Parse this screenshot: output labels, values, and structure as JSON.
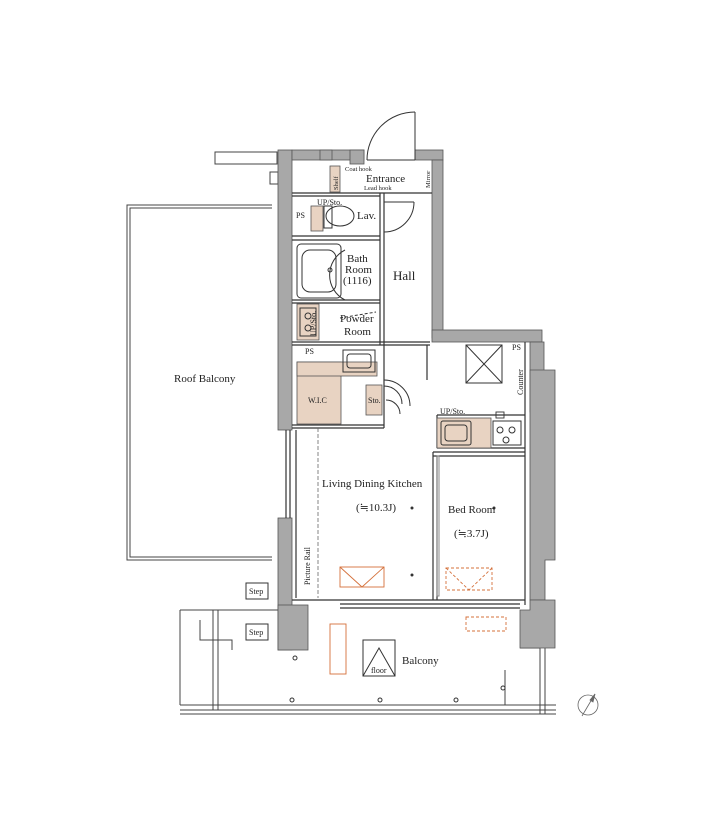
{
  "rooms": {
    "entrance": "Entrance",
    "shelf": "Shelf",
    "coat_hook": "Coat hook",
    "lead_hook": "Lead hook",
    "mirror": "Mirror",
    "ps_top": "PS",
    "up_sto_top": "UP/Sto.",
    "lav": "Lav.",
    "bath_line1": "Bath",
    "bath_line2": "Room",
    "bath_line3": "(1116)",
    "hall": "Hall",
    "up_sto_left": "UP/Sto.",
    "powder_line1": "Powder",
    "powder_line2": "Room",
    "ps_mid": "PS",
    "wic": "W.I.C",
    "sto": "Sto.",
    "ps_right": "PS",
    "counter": "Counter",
    "up_sto_kitchen": "UP/Sto.",
    "ldk": "Living Dining Kitchen",
    "ldk_area": "(≒10.3J)",
    "bed": "Bed Room",
    "bed_area": "(≒3.7J)",
    "picture_rail": "Picture Rail",
    "roof_balcony": "Roof Balcony",
    "step1": "Step",
    "step2": "Step",
    "balcony": "Balcony",
    "floor": "floor"
  },
  "colors": {
    "wall": "#a8a8a8",
    "line": "#333333",
    "storage": "#e8d3c2",
    "accent": "#d4703a"
  },
  "icons": {
    "compass": "north-arrow-icon"
  }
}
